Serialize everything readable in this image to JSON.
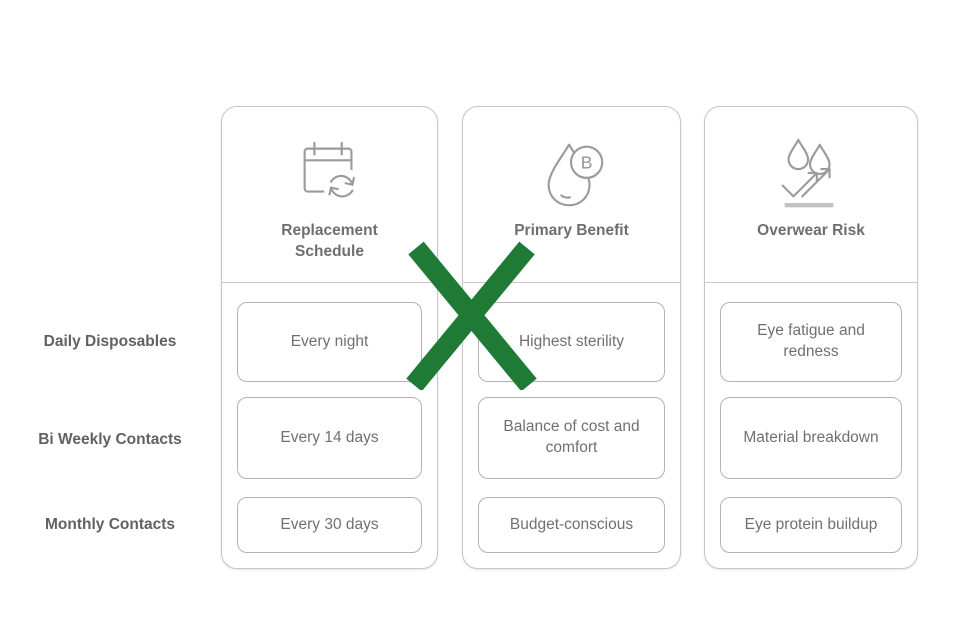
{
  "comparison_table": {
    "columns": [
      {
        "title": "Replacement Schedule",
        "icon": "calendar-refresh-icon"
      },
      {
        "title": "Primary Benefit",
        "icon": "water-drop-b-icon"
      },
      {
        "title": "Overwear Risk",
        "icon": "droplets-trend-icon"
      }
    ],
    "rows": [
      {
        "label": "Daily Disposables",
        "cells": [
          "Every night",
          "Highest sterility",
          "Eye fatigue and redness"
        ]
      },
      {
        "label": "Bi Weekly Contacts",
        "cells": [
          "Every 14 days",
          "Balance of cost and comfort",
          "Material breakdown"
        ]
      },
      {
        "label": "Monthly Contacts",
        "cells": [
          "Every 30 days",
          "Budget-conscious",
          "Eye protein buildup"
        ]
      }
    ]
  },
  "icon_badge_letter": "B",
  "annotation": {
    "shape": "x-mark",
    "color": "#1e7a35"
  },
  "colors": {
    "card_border": "#c6c6c6",
    "cell_border": "#b3b3b3",
    "header_text": "#6e6e6e",
    "row_label_text": "#616161",
    "cell_text": "#707070",
    "icon_stroke": "#9b9b9b",
    "x_mark_green": "#1e7a35"
  }
}
